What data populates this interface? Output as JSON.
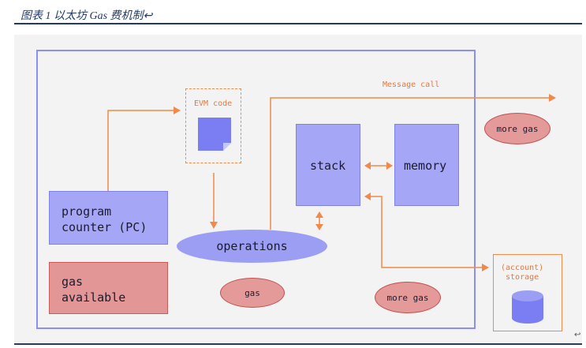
{
  "caption": "图表 1 以太坊 Gas 费机制↩",
  "return_marks": [
    "↩",
    "↩"
  ],
  "diagram": {
    "evm_code": "EVM code",
    "message_call": "Message call",
    "program_counter": "program\ncounter (PC)",
    "gas_available": "gas\navailable",
    "operations": "operations",
    "stack": "stack",
    "memory": "memory",
    "storage": "(account)\nstorage",
    "gas_ops": "gas",
    "gas_memory": "more gas",
    "gas_call": "more gas"
  },
  "colors": {
    "purple_fill": "#a6a6f7",
    "red_fill": "#e39696",
    "arrow_orange": "#f08a4b",
    "frame_blue": "#8c8ef5",
    "caption_navy": "#1f3a6b"
  }
}
